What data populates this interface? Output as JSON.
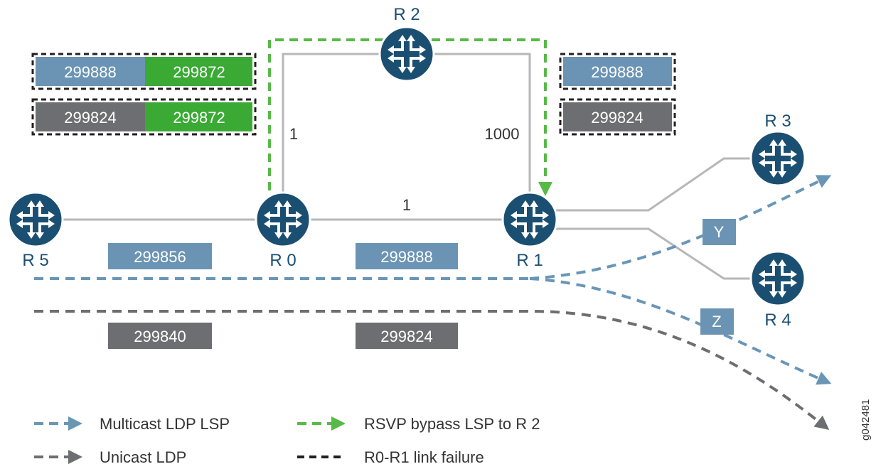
{
  "routers": [
    {
      "id": "r5",
      "label": "R 5"
    },
    {
      "id": "r0",
      "label": "R 0"
    },
    {
      "id": "r1",
      "label": "R 1"
    },
    {
      "id": "r2",
      "label": "R 2"
    },
    {
      "id": "r3",
      "label": "R 3"
    },
    {
      "id": "r4",
      "label": "R 4"
    }
  ],
  "link_metrics": {
    "r0_r2": "1",
    "r2_r1": "1000",
    "r0_r1": "1"
  },
  "labels": {
    "r0_bypass_top_blue": "299888",
    "r0_bypass_top_green": "299872",
    "r0_bypass_bottom_gray": "299824",
    "r0_bypass_bottom_green": "299872",
    "r1_top_blue": "299888",
    "r1_bottom_gray": "299824",
    "r5_r0_blue": "299856",
    "r0_r1_blue": "299888",
    "r5_r0_gray": "299840",
    "r0_r1_gray": "299824"
  },
  "branch_labels": {
    "y": "Y",
    "z": "Z"
  },
  "legend": {
    "multicast": "Multicast LDP LSP",
    "rsvp": "RSVP bypass LSP to R 2",
    "unicast": "Unicast LDP",
    "failure": "R0-R1 link failure"
  },
  "figure_id": "g042481",
  "colors": {
    "router": "#1b4f72",
    "blue_label": "#6b94b4",
    "green_label": "#3aaa35",
    "gray_label": "#6d6e71",
    "link": "#b7b7b7",
    "blue_dash": "#6a96b6",
    "gray_dash": "#6d6e71",
    "green_dash": "#57b947",
    "black_dash": "#231f20"
  }
}
